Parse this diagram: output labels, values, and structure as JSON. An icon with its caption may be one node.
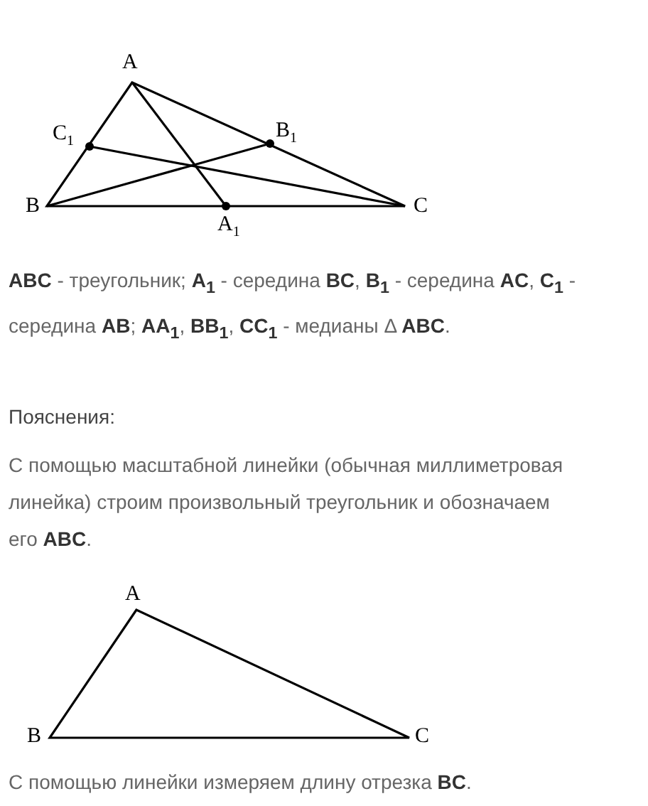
{
  "diagram": {
    "labels": [
      "A",
      "C$_{1}$",
      "B$_{1}$",
      "B",
      "A$_{1}$",
      "C",
      "**ABC** - треугольник; **A$_{1}$** - середина **BC**, **B$_{1}$** - середина **AC**, **C$_{1}$** - середина **AB**; **AA$_{1}$**, **BB$_{1}$**, **CC$_{1}$** - медианы Δ **ABC**.",
      "Пояснения:",
      "С помощью масштабной линейки (обычная миллиметровая линейка) строим произвольный треугольник и обозначаем его **ABC**.",
      "A",
      "B",
      "C",
      "С помощью линейки измеряем длину отрезка **BC**."
    ]
  }
}
